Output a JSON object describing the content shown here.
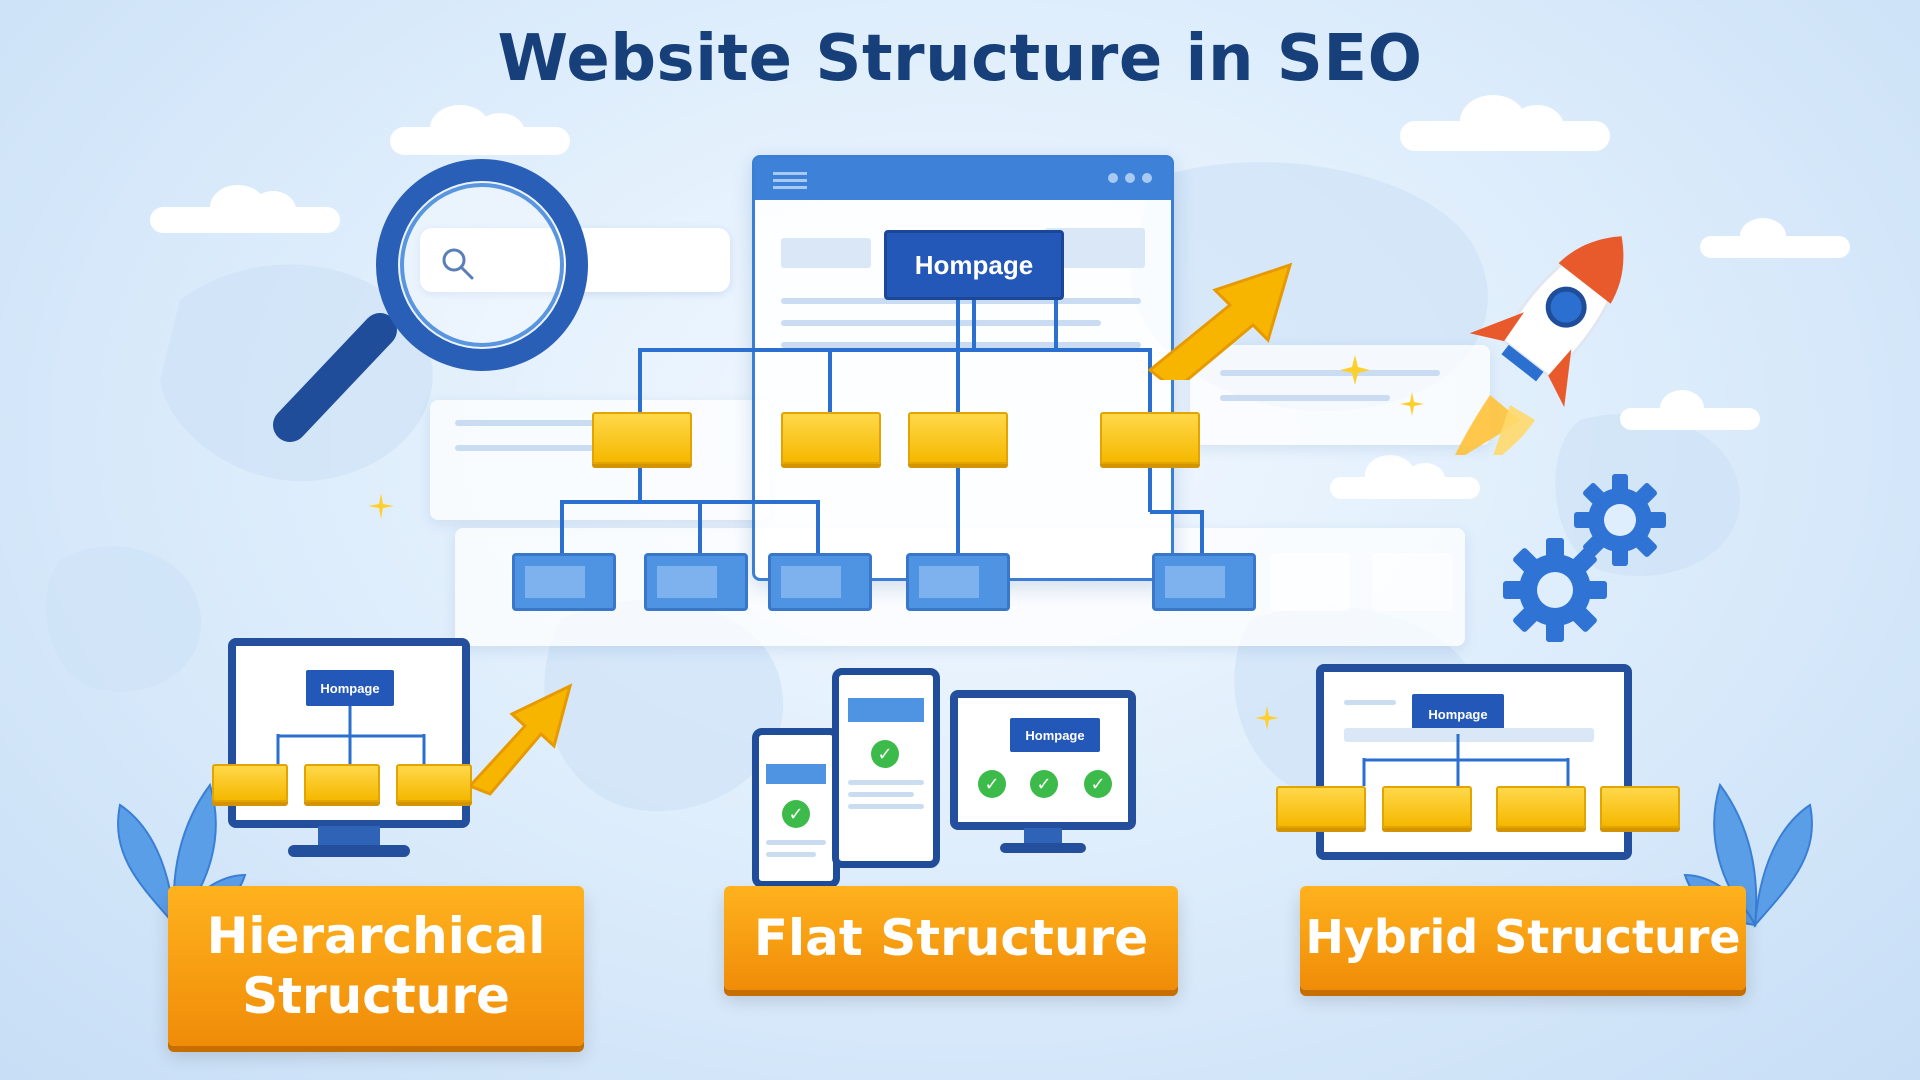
{
  "title": "Website Structure in SEO",
  "diagram": {
    "root_label": "Hompage"
  },
  "structures": [
    {
      "label_line1": "Hierarchical",
      "label_line2": "Structure",
      "mini_root": "Hompage"
    },
    {
      "label": "Flat Structure",
      "mini_root": "Hompage"
    },
    {
      "label": "Hybrid Structure",
      "mini_root": "Hompage"
    }
  ],
  "colors": {
    "title": "#17407a",
    "accent_yellow": "#f5b800",
    "accent_blue": "#2358b8",
    "label_orange": "#f08c08",
    "check_green": "#3dbb4a"
  },
  "icons": [
    "magnifying-glass-icon",
    "search-icon",
    "rocket-icon",
    "gear-icon",
    "growth-arrow-icon",
    "checkmark-icon",
    "plant-icon",
    "sparkle-icon"
  ]
}
